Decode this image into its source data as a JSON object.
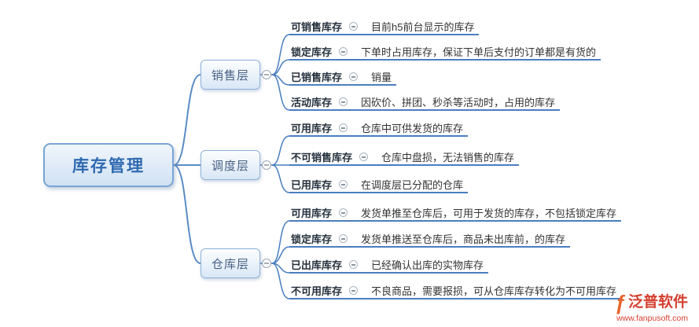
{
  "root": {
    "label": "库存管理"
  },
  "branches": [
    {
      "label": "销售层",
      "leaves": [
        {
          "label": "可销售库存",
          "desc": "目前h5前台显示的库存"
        },
        {
          "label": "锁定库存",
          "desc": "下单时占用库存，保证下单后支付的订单都是有货的"
        },
        {
          "label": "已销售库存",
          "desc": "销量"
        },
        {
          "label": "活动库存",
          "desc": "因砍价、拼团、秒杀等活动时，占用的库存"
        }
      ]
    },
    {
      "label": "调度层",
      "leaves": [
        {
          "label": "可用库存",
          "desc": "仓库中可供发货的库存"
        },
        {
          "label": "不可销售库存",
          "desc": "仓库中盘损，无法销售的库存"
        },
        {
          "label": "已用库存",
          "desc": "在调度层已分配的仓库"
        }
      ]
    },
    {
      "label": "仓库层",
      "leaves": [
        {
          "label": "可用库存",
          "desc": "发货单推至仓库后，可用于发货的库存，不包括锁定库存"
        },
        {
          "label": "锁定库存",
          "desc": "发货单推送至仓库后，商品未出库前，的库存"
        },
        {
          "label": "已出库库存",
          "desc": "已经确认出库的实物库存"
        },
        {
          "label": "不可用库存",
          "desc": "不良商品，需要报损，可从仓库库存转化为不可用库存"
        }
      ]
    }
  ],
  "watermark": {
    "logo_glyph": "ƒ",
    "brand": "泛普软件",
    "url": "www.fanpusoft.com"
  },
  "colors": {
    "accent": "#4a7ebf",
    "node_border": "#8fb2da",
    "root_text": "#2f6ab0",
    "brand_red": "#d43f2f"
  },
  "icons": {
    "collapse": "minus-circle-icon"
  }
}
